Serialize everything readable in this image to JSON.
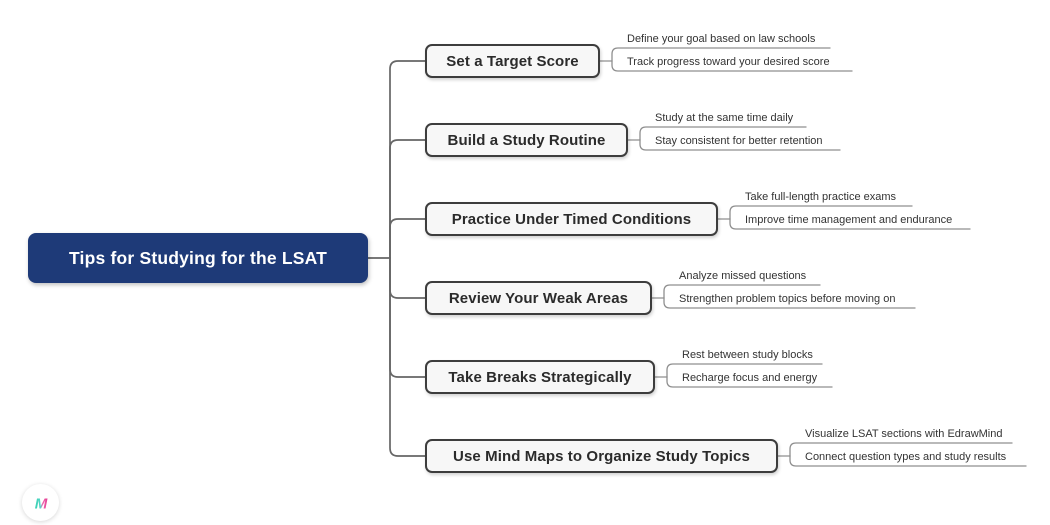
{
  "root": {
    "label": "Tips for Studying for the LSAT"
  },
  "branches": [
    {
      "label": "Set a Target Score",
      "subtopics": [
        "Define your goal based on law schools",
        "Track progress toward your desired score"
      ]
    },
    {
      "label": "Build a Study Routine",
      "subtopics": [
        "Study at the same time daily",
        "Stay consistent for better retention"
      ]
    },
    {
      "label": "Practice Under Timed Conditions",
      "subtopics": [
        "Take full-length practice exams",
        "Improve time management and endurance"
      ]
    },
    {
      "label": "Review Your Weak Areas",
      "subtopics": [
        "Analyze missed questions",
        "Strengthen problem topics before moving on"
      ]
    },
    {
      "label": "Take Breaks Strategically",
      "subtopics": [
        "Rest between study blocks",
        "Recharge focus and energy"
      ]
    },
    {
      "label": "Use Mind Maps to Organize Study Topics",
      "subtopics": [
        "Visualize LSAT sections with EdrawMind",
        "Connect question types and study results"
      ]
    }
  ],
  "colors": {
    "root_fill": "#1e3a78",
    "root_text": "#ffffff",
    "topic_fill": "#f7f7f7",
    "topic_border": "#3d3d3d",
    "topic_text": "#2b2b2b",
    "branch_line": "#666666",
    "subtopic_line": "#8f8f8f",
    "subtopic_text": "#333333",
    "logo_teal": "#35d0b0",
    "logo_magenta": "#ef4fa6"
  },
  "logo": {
    "icon": "edrawmind-ai-logo",
    "letter": "M"
  }
}
